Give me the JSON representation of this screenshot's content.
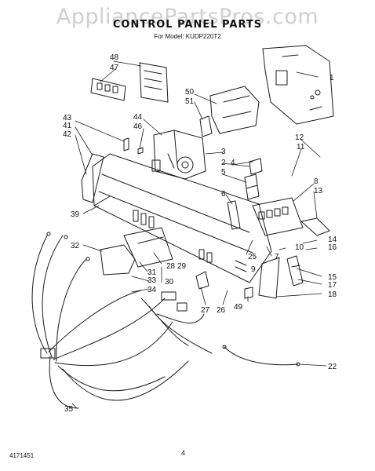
{
  "watermark": "AppliancePartsPros.com",
  "title": "CONTROL PANEL PARTS",
  "subtitle": "For Model: KUDP220T2",
  "footer": {
    "doc_number": "4171451",
    "page_number": "4"
  },
  "callouts": [
    {
      "id": "c48",
      "label": "48"
    },
    {
      "id": "c47",
      "label": "47"
    },
    {
      "id": "c1",
      "label": "1"
    },
    {
      "id": "c50",
      "label": "50"
    },
    {
      "id": "c51",
      "label": "51"
    },
    {
      "id": "c43",
      "label": "43"
    },
    {
      "id": "c41",
      "label": "41"
    },
    {
      "id": "c42",
      "label": "42"
    },
    {
      "id": "c44",
      "label": "44"
    },
    {
      "id": "c46",
      "label": "46"
    },
    {
      "id": "c3",
      "label": "3"
    },
    {
      "id": "c2",
      "label": "2"
    },
    {
      "id": "c4",
      "label": "4"
    },
    {
      "id": "c5",
      "label": "5"
    },
    {
      "id": "c12",
      "label": "12"
    },
    {
      "id": "c11",
      "label": "11"
    },
    {
      "id": "c8",
      "label": "8"
    },
    {
      "id": "c13",
      "label": "13"
    },
    {
      "id": "c6",
      "label": "6"
    },
    {
      "id": "c39",
      "label": "39"
    },
    {
      "id": "c32",
      "label": "32"
    },
    {
      "id": "c14",
      "label": "14"
    },
    {
      "id": "c16",
      "label": "16"
    },
    {
      "id": "c10",
      "label": "10"
    },
    {
      "id": "c7",
      "label": "7"
    },
    {
      "id": "c25",
      "label": "25"
    },
    {
      "id": "c9",
      "label": "9"
    },
    {
      "id": "c28",
      "label": "28"
    },
    {
      "id": "c29",
      "label": "29"
    },
    {
      "id": "c31",
      "label": "31"
    },
    {
      "id": "c30",
      "label": "30"
    },
    {
      "id": "c33",
      "label": "33"
    },
    {
      "id": "c34",
      "label": "34"
    },
    {
      "id": "c15",
      "label": "15"
    },
    {
      "id": "c17",
      "label": "17"
    },
    {
      "id": "c18",
      "label": "18"
    },
    {
      "id": "c27",
      "label": "27"
    },
    {
      "id": "c26",
      "label": "26"
    },
    {
      "id": "c49",
      "label": "49"
    },
    {
      "id": "c22",
      "label": "22"
    },
    {
      "id": "c35",
      "label": "35"
    }
  ]
}
